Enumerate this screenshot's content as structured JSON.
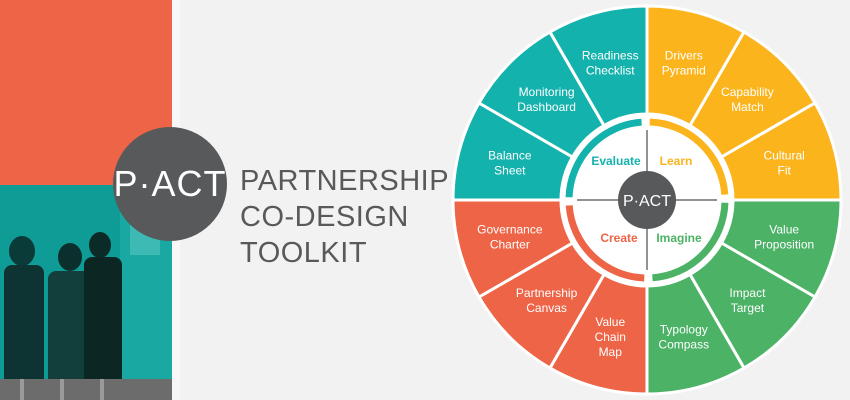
{
  "logo": {
    "text": "P·ACT"
  },
  "title": {
    "line1": "PARTNERSHIP",
    "line2": "CO-DESIGN",
    "line3": "TOOLKIT"
  },
  "wheel": {
    "center_label": "P·ACT",
    "colors": {
      "yellow": "#fbb41c",
      "green": "#4bb266",
      "orange": "#ee6446",
      "teal": "#14b2ad",
      "center": "#58595b"
    },
    "quadrants": {
      "evaluate": "Evaluate",
      "learn": "Learn",
      "create": "Create",
      "imagine": "Imagine"
    },
    "segments": [
      {
        "lines": [
          "Drivers",
          "Pyramid"
        ],
        "color": "yellow"
      },
      {
        "lines": [
          "Capability",
          "Match"
        ],
        "color": "yellow"
      },
      {
        "lines": [
          "Cultural",
          "Fit"
        ],
        "color": "yellow"
      },
      {
        "lines": [
          "Value",
          "Proposition"
        ],
        "color": "green"
      },
      {
        "lines": [
          "Impact",
          "Target"
        ],
        "color": "green"
      },
      {
        "lines": [
          "Typology",
          "Compass"
        ],
        "color": "green"
      },
      {
        "lines": [
          "Value",
          "Chain",
          "Map"
        ],
        "color": "orange"
      },
      {
        "lines": [
          "Partnership",
          "Canvas"
        ],
        "color": "orange"
      },
      {
        "lines": [
          "Governance",
          "Charter"
        ],
        "color": "orange"
      },
      {
        "lines": [
          "Balance",
          "Sheet"
        ],
        "color": "teal"
      },
      {
        "lines": [
          "Monitoring",
          "Dashboard"
        ],
        "color": "teal"
      },
      {
        "lines": [
          "Readiness",
          "Checklist"
        ],
        "color": "teal"
      }
    ]
  }
}
